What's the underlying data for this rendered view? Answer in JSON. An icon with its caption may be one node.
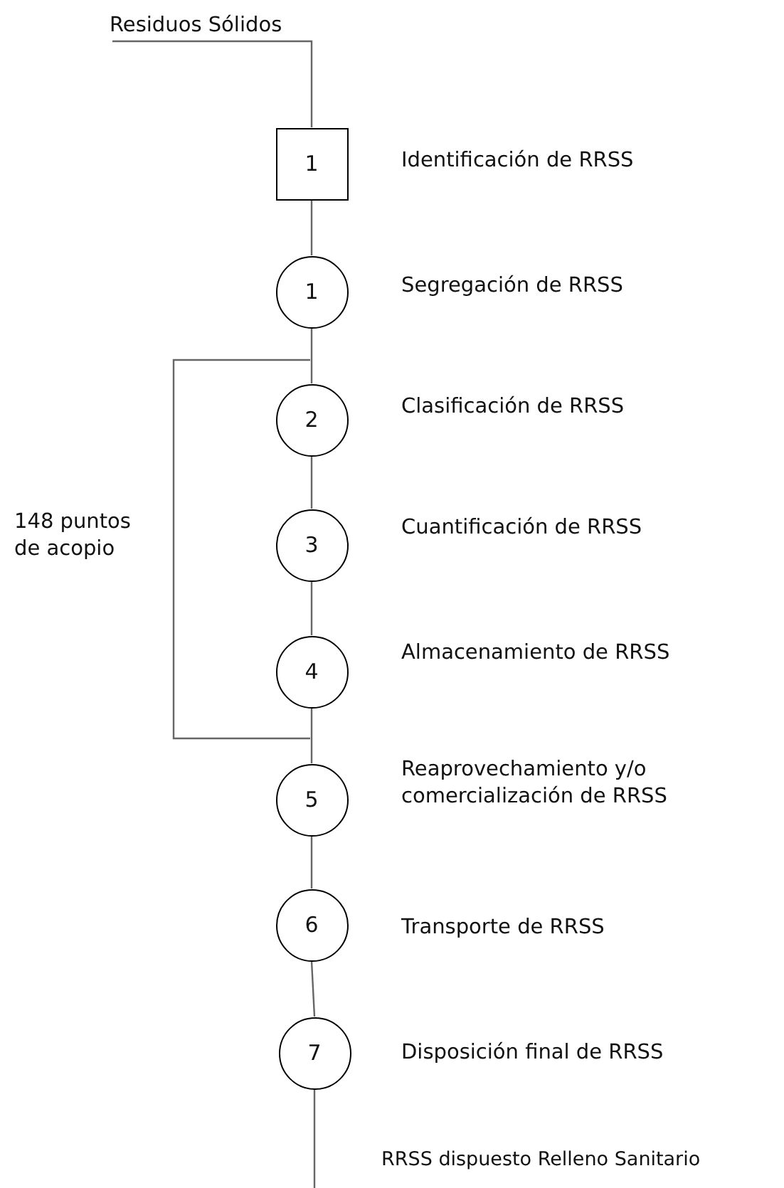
{
  "diagram": {
    "nodes": [
      {
        "text": [
          "Residuos Sólidos"
        ]
      },
      {
        "text": [
          "1"
        ],
        "beside": [
          "Identificación de RRSS"
        ]
      },
      {
        "text": [
          "1"
        ],
        "beside": [
          "Segregación de RRSS"
        ]
      },
      {
        "text": [
          "2"
        ],
        "beside": [
          "Clasificación de RRSS"
        ]
      },
      {
        "text": [
          "3"
        ],
        "beside": [
          "Cuantificación de RRSS"
        ]
      },
      {
        "text": [
          "4"
        ],
        "beside": [
          "Almacenamiento de RRSS"
        ]
      },
      {
        "text": [
          "5"
        ],
        "beside": [
          "Reaprovechamiento y/o comercialización de RRSS"
        ]
      },
      {
        "text": [
          "6"
        ],
        "beside": [
          "Transporte de RRSS"
        ]
      },
      {
        "text": [
          "7"
        ],
        "beside": [
          "Disposición final de RRSS"
        ]
      }
    ],
    "edges": [
      {
        "from": 0,
        "to": 1,
        "arrow": "none"
      },
      {
        "from": 1,
        "to": 2,
        "arrow": "none"
      },
      {
        "from": 2,
        "to": 3,
        "arrow": "none"
      },
      {
        "from": 3,
        "to": 4,
        "arrow": "none"
      },
      {
        "from": 4,
        "to": 5,
        "arrow": "none"
      },
      {
        "from": 5,
        "to": 6,
        "arrow": "none"
      },
      {
        "from": 6,
        "to": 7,
        "arrow": "none"
      },
      {
        "from": 7,
        "to": 8,
        "arrow": "none"
      },
      {
        "from": 8,
        "to": null,
        "arrow": "none"
      }
    ],
    "labels": [
      "148 puntos de acopio",
      "RRSS dispuesto Relleno Sanitario"
    ]
  }
}
